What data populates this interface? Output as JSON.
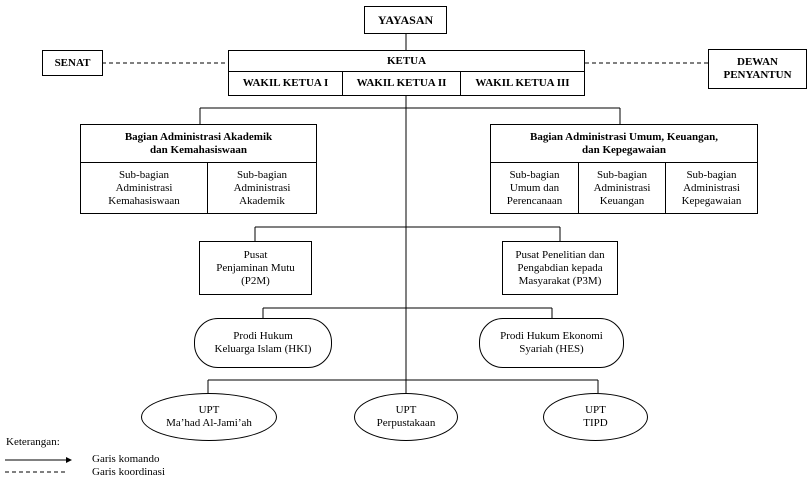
{
  "yayasan": "YAYASAN",
  "ketua": "KETUA",
  "wakil": [
    "WAKIL KETUA I",
    "WAKIL KETUA II",
    "WAKIL KETUA III"
  ],
  "senat": "SENAT",
  "dewan": [
    "DEWAN",
    "PENYANTUN"
  ],
  "baak": {
    "title": [
      "Bagian Administrasi Akademik",
      "dan Kemahasiswaan"
    ],
    "subs": [
      [
        "Sub-bagian",
        "Administrasi",
        "Kemahasiswaan"
      ],
      [
        "Sub-bagian",
        "Administrasi",
        "Akademik"
      ]
    ]
  },
  "bauk": {
    "title": [
      "Bagian Administrasi Umum, Keuangan,",
      "dan Kepegawaian"
    ],
    "subs": [
      [
        "Sub-bagian",
        "Umum dan",
        "Perencanaan"
      ],
      [
        "Sub-bagian",
        "Administrasi",
        "Keuangan"
      ],
      [
        "Sub-bagian",
        "Administrasi",
        "Kepegawaian"
      ]
    ]
  },
  "p2m": [
    "Pusat",
    "Penjaminan Mutu",
    "(P2M)"
  ],
  "p3m": [
    "Pusat Penelitian dan",
    "Pengabdian kepada",
    "Masyarakat (P3M)"
  ],
  "hki": [
    "Prodi Hukum",
    "Keluarga Islam (HKI)"
  ],
  "hes": [
    "Prodi Hukum Ekonomi",
    "Syariah (HES)"
  ],
  "upt": [
    [
      "UPT",
      "Ma’had Al-Jami’ah"
    ],
    [
      "UPT",
      "Perpustakaan"
    ],
    [
      "UPT",
      "TIPD"
    ]
  ],
  "legend": {
    "title": "Keterangan:",
    "command": "Garis komando",
    "coordination": "Garis koordinasi"
  }
}
